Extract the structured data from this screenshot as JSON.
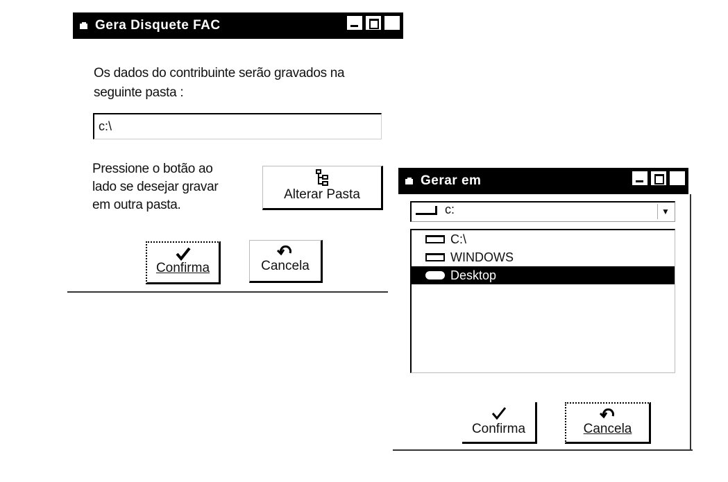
{
  "dialog_main": {
    "title": "Gera Disquete FAC",
    "description_line1": "Os dados do contribuinte serão gravados na",
    "description_line2": "seguinte pasta :",
    "folder_path_value": "c:\\",
    "hint_line1": "Pressione o botão  ao",
    "hint_line2": "lado se desejar gravar",
    "hint_line3": "em outra pasta.",
    "change_folder_button": "Alterar Pasta",
    "confirm_button": "Confirma",
    "cancel_button": "Cancela"
  },
  "dialog_folder": {
    "title": "Gerar em",
    "drive_selected": "c:",
    "folders": [
      {
        "label": "C:\\",
        "selected": false
      },
      {
        "label": "WINDOWS",
        "selected": false
      },
      {
        "label": "Desktop",
        "selected": true
      }
    ],
    "confirm_button": "Confirma",
    "cancel_button": "Cancela"
  },
  "icons": {
    "window": "window-icon",
    "minimize": "minimize-icon",
    "maximize": "maximize-icon",
    "close": "close-icon",
    "checkmark": "checkmark-icon",
    "undo": "undo-icon",
    "folder_tree": "folder-tree-icon",
    "drive": "drive-icon",
    "folder": "folder-icon",
    "dropdown": "chevron-down-icon"
  }
}
